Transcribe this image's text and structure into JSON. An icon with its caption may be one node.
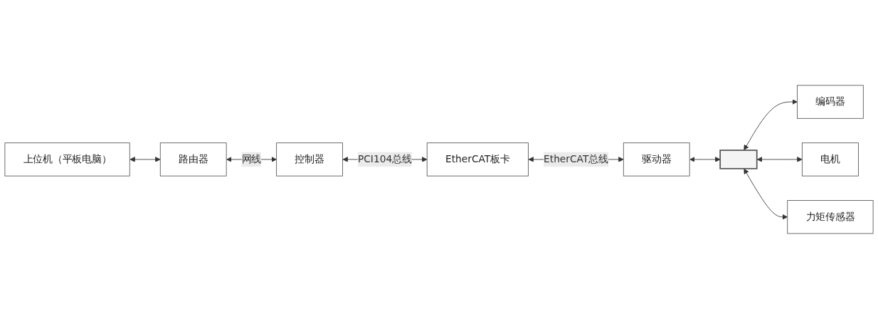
{
  "diagram": {
    "nodes": [
      {
        "text": [
          "上位机（平板电脑）"
        ]
      },
      {
        "text": [
          "路由器"
        ]
      },
      {
        "text": [
          "控制器"
        ]
      },
      {
        "text": [
          "EtherCAT板卡"
        ]
      },
      {
        "text": [
          "驱动器"
        ]
      },
      {
        "text": [],
        "shape": "bar"
      },
      {
        "text": [
          "编码器"
        ]
      },
      {
        "text": [
          "电机"
        ]
      },
      {
        "text": [
          "力矩传感器"
        ]
      }
    ],
    "edges": [
      {
        "from": 0,
        "to": 1,
        "arrow": "both"
      },
      {
        "from": 1,
        "to": 2,
        "arrow": "both",
        "label": "网线"
      },
      {
        "from": 2,
        "to": 3,
        "arrow": "both",
        "label": "PCI104总线"
      },
      {
        "from": 3,
        "to": 4,
        "arrow": "both",
        "label": "EtherCAT总线"
      },
      {
        "from": 4,
        "to": 5,
        "arrow": "both"
      },
      {
        "from": 5,
        "to": 6,
        "arrow": "both"
      },
      {
        "from": 5,
        "to": 7,
        "arrow": "both"
      },
      {
        "from": 5,
        "to": 8,
        "arrow": "both"
      }
    ]
  }
}
